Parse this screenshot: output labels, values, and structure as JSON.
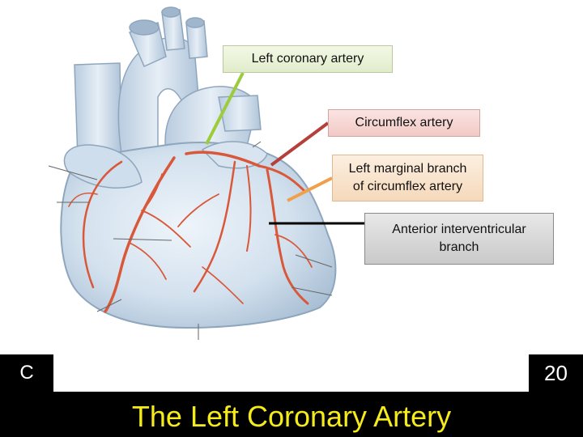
{
  "labels": {
    "left_coronary": "Left coronary artery",
    "circumflex": "Circumflex artery",
    "marginal_line1": "Left marginal branch",
    "marginal_line2": "of circumflex artery",
    "anterior_line1": "Anterior interventricular",
    "anterior_line2": "branch"
  },
  "footer": {
    "panel_letter": "C",
    "page_number": "20",
    "title": "The Left Coronary Artery"
  },
  "colors": {
    "title_text": "#f5ea1a",
    "leader_left_coronary": "#9ccc3c",
    "leader_circumflex": "#b5403a",
    "leader_marginal": "#f0a04a",
    "leader_anterior": "#000000",
    "artery": "#d9583a"
  }
}
